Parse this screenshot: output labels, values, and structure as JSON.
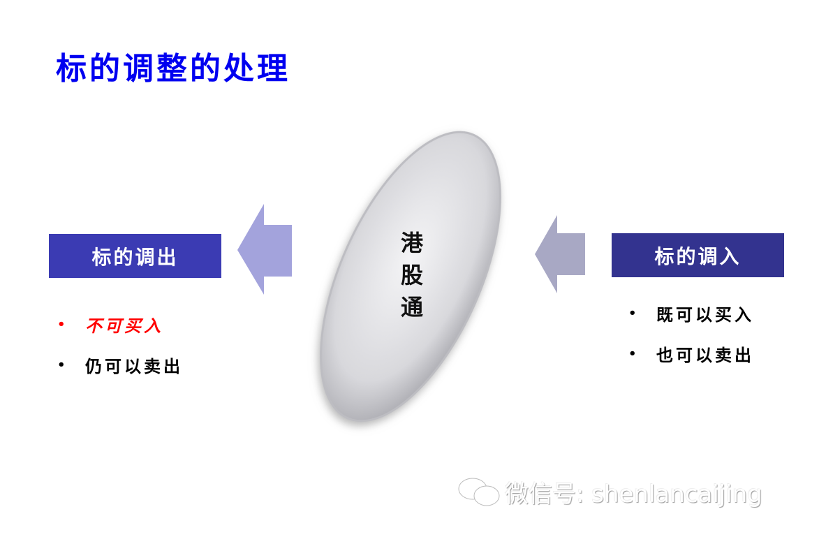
{
  "title": "标的调整的处理",
  "center": {
    "label_chars": [
      "港",
      "股",
      "通"
    ]
  },
  "left": {
    "label": "标的调出",
    "bullets": [
      "不可买入",
      "仍可以卖出"
    ]
  },
  "right": {
    "label": "标的调入",
    "bullets": [
      "既可以买入",
      "也可以卖出"
    ]
  },
  "watermark": "微信号: shenlancaijing",
  "colors": {
    "title": "#0000f0",
    "left_box": "#3b3bb3",
    "right_box": "#33338f",
    "left_arrow": "#a3a3dc",
    "right_arrow": "#a8a8c4",
    "highlight": "#ff0000"
  }
}
